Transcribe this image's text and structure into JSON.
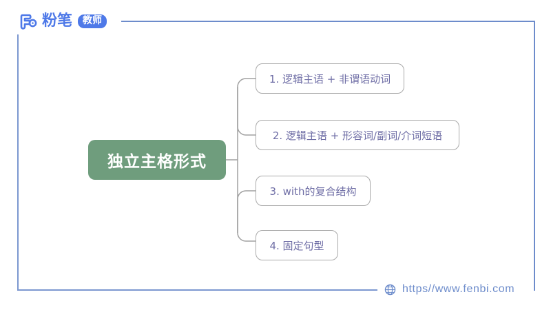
{
  "brand": {
    "logo_mark": "fb-logo-icon",
    "word": "粉笔",
    "badge": "教师"
  },
  "frame": {
    "border_color": "#6d8ccb"
  },
  "mindmap": {
    "root": {
      "label": "独立主格形式",
      "fill": "#6f9d7d",
      "text_color": "#ffffff"
    },
    "branches": [
      {
        "label": "1. 逻辑主语 + 非谓语动词"
      },
      {
        "label": "2. 逻辑主语 + 形容词/副词/介词短语"
      },
      {
        "label": "3. with的复合结构"
      },
      {
        "label": "4. 固定句型"
      }
    ],
    "branch_text_color": "#6f6ea6",
    "branch_border_color": "#a9a9a9",
    "connector_color": "#a0a0a0"
  },
  "footer": {
    "globe_icon": "globe-icon",
    "url": "https//www.fenbi.com"
  }
}
